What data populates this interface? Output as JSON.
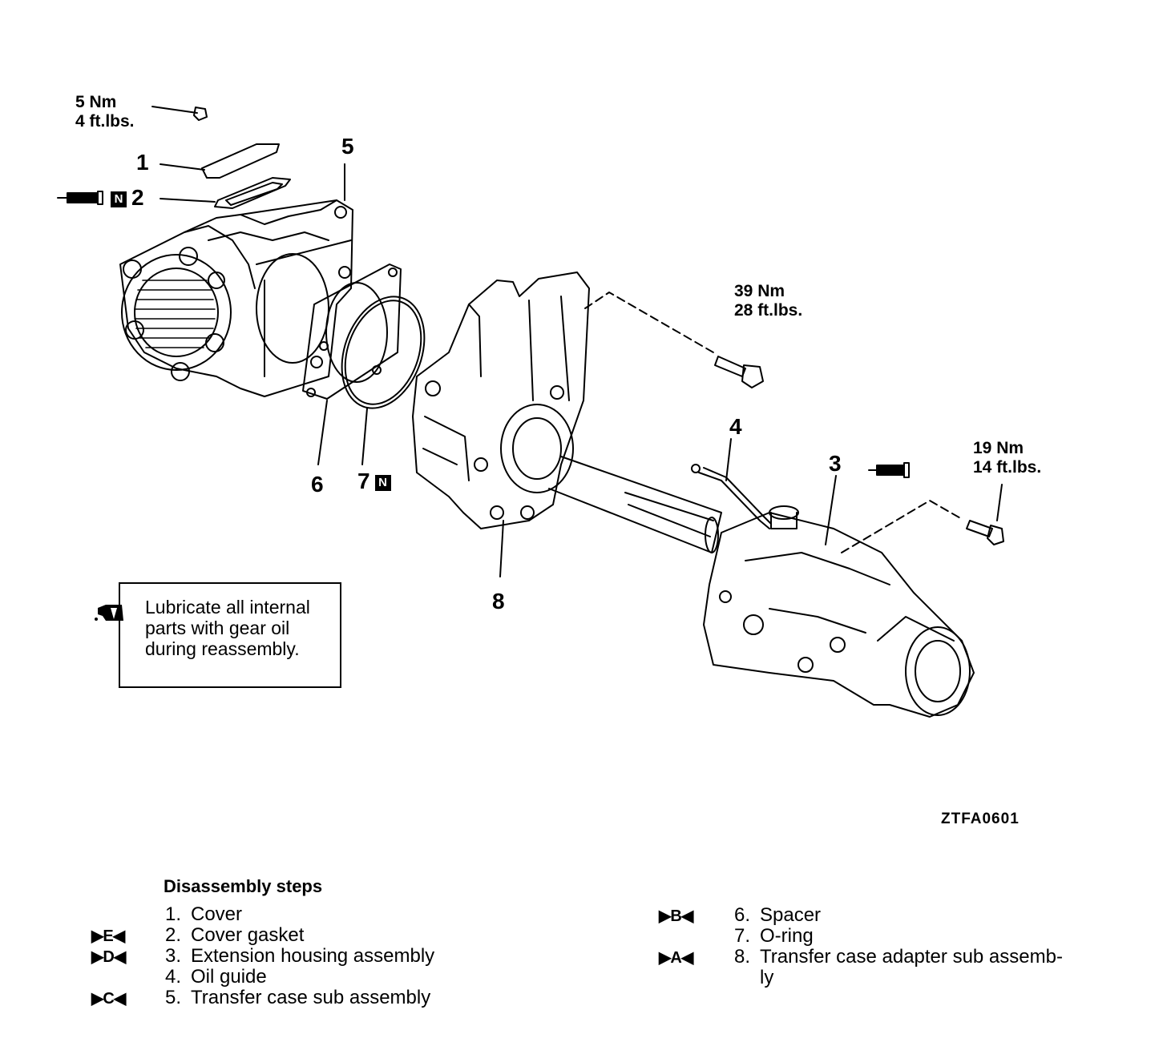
{
  "torque": {
    "top_left": {
      "nm": "5 Nm",
      "ftlbs": "4 ft.lbs."
    },
    "middle": {
      "nm": "39 Nm",
      "ftlbs": "28 ft.lbs."
    },
    "right": {
      "nm": "19 Nm",
      "ftlbs": "14 ft.lbs."
    }
  },
  "callouts": {
    "c1": "1",
    "c2": "2",
    "c3": "3",
    "c4": "4",
    "c5": "5",
    "c6": "6",
    "c7": "7",
    "c8": "8",
    "new_part_mark": "N"
  },
  "note": {
    "text": "Lubricate all internal parts with gear oil during reassembly."
  },
  "figure_code": "ZTFA0601",
  "disassembly": {
    "title": "Disassembly steps",
    "left": [
      {
        "mark": "",
        "num": "1.",
        "label": "Cover"
      },
      {
        "mark": "▶E◀",
        "num": "2.",
        "label": "Cover gasket"
      },
      {
        "mark": "▶D◀",
        "num": "3.",
        "label": "Extension housing assembly"
      },
      {
        "mark": "",
        "num": "4.",
        "label": "Oil guide"
      },
      {
        "mark": "▶C◀",
        "num": "5.",
        "label": "Transfer case sub assembly"
      }
    ],
    "right": [
      {
        "mark": "▶B◀",
        "num": "6.",
        "label": "Spacer"
      },
      {
        "mark": "",
        "num": "7.",
        "label": "O-ring"
      },
      {
        "mark": "▶A◀",
        "num": "8.",
        "label": "Transfer case adapter sub assemb-"
      },
      {
        "mark": "",
        "num": "",
        "label": "ly"
      }
    ]
  }
}
